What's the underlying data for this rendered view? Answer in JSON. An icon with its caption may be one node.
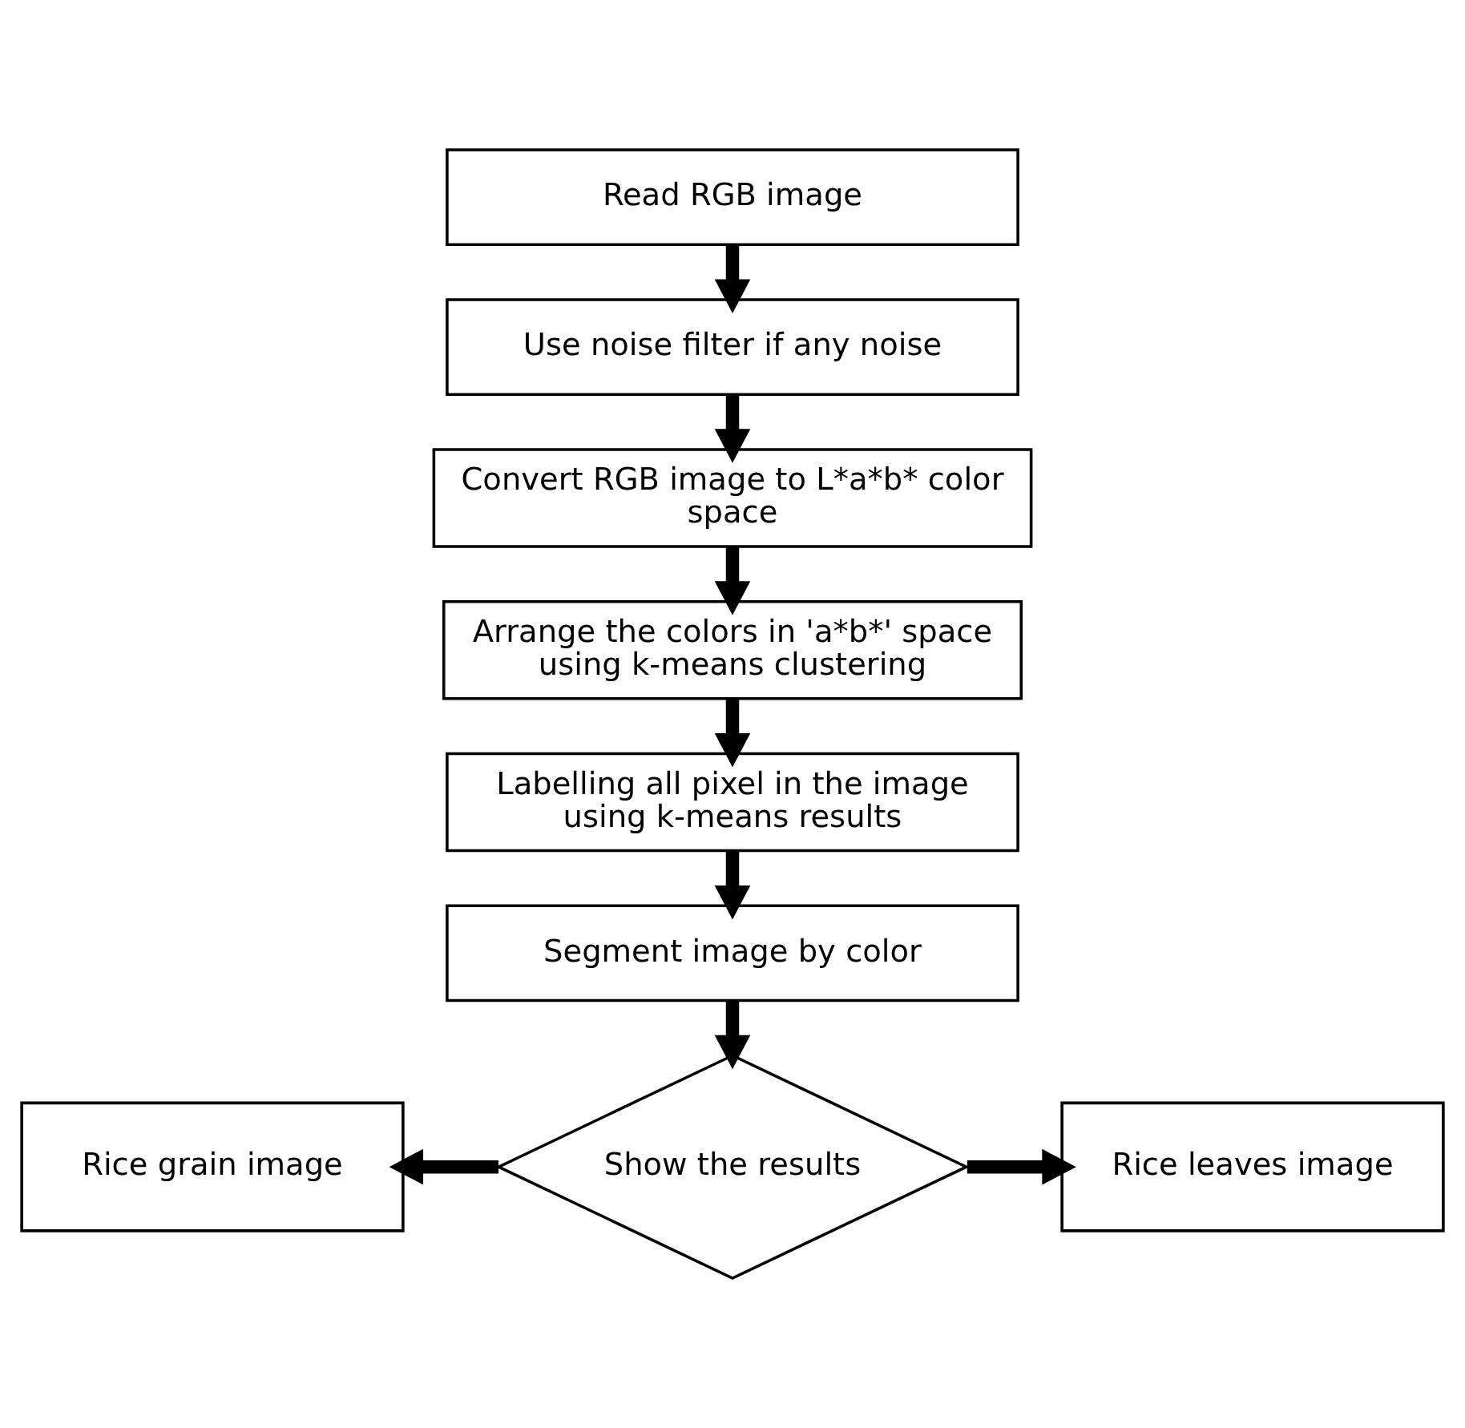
{
  "diagram": {
    "nodes": [
      {
        "text": [
          "Read RGB image"
        ]
      },
      {
        "text": [
          "Use noise filter if any noise"
        ]
      },
      {
        "text": [
          "Convert RGB image to L*a*b* color space"
        ]
      },
      {
        "text": [
          "Arrange the colors in 'a*b*' space using k-means clustering"
        ]
      },
      {
        "text": [
          "Labelling all pixel in the image using k-means results"
        ]
      },
      {
        "text": [
          "Segment image by color"
        ]
      },
      {
        "text": [
          "Show the results"
        ]
      },
      {
        "text": [
          "Rice grain image"
        ]
      },
      {
        "text": [
          "Rice leaves image"
        ]
      }
    ],
    "edges": [
      {
        "from": 0,
        "to": 1,
        "arrow": "to"
      },
      {
        "from": 1,
        "to": 2,
        "arrow": "to"
      },
      {
        "from": 2,
        "to": 3,
        "arrow": "to"
      },
      {
        "from": 3,
        "to": 4,
        "arrow": "to"
      },
      {
        "from": 4,
        "to": 5,
        "arrow": "to"
      },
      {
        "from": 5,
        "to": 6,
        "arrow": "to"
      },
      {
        "from": 6,
        "to": 7,
        "arrow": "to"
      },
      {
        "from": 6,
        "to": 8,
        "arrow": "to"
      }
    ]
  }
}
